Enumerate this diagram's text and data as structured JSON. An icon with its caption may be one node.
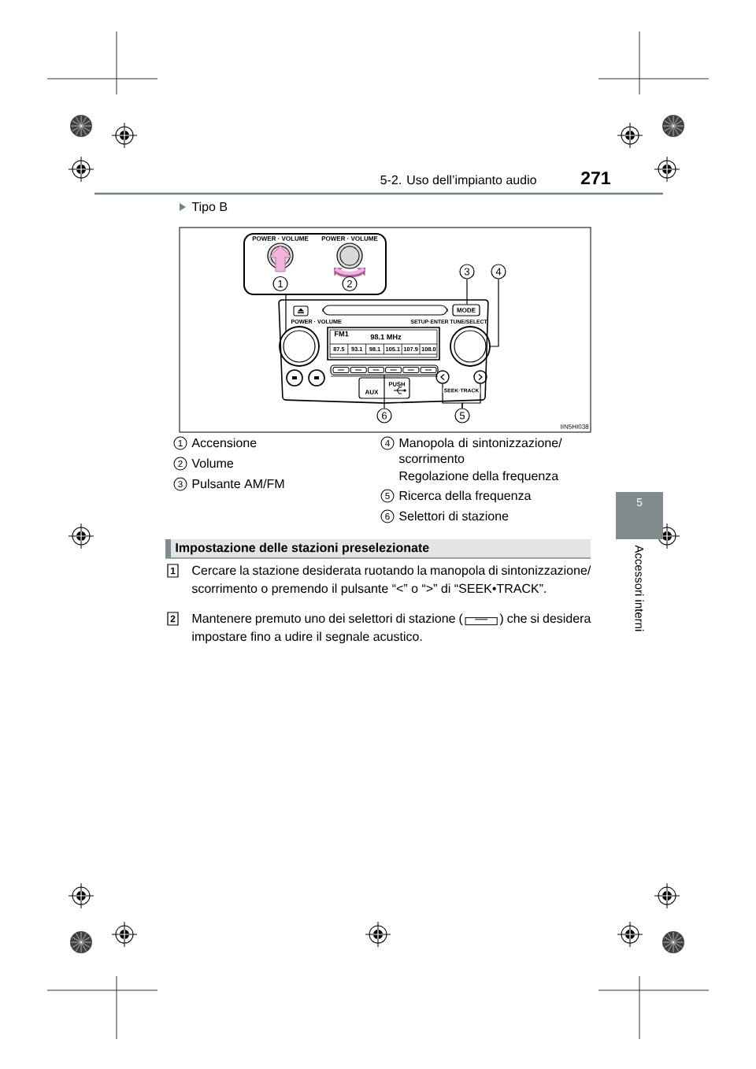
{
  "diagram": {
    "nodes": [
      {
        "text": [
          "POWER · VOLUME",
          "POWER · VOLUME"
        ]
      },
      {
        "text": [
          "1"
        ],
        "in": 0
      },
      {
        "text": [
          "2"
        ],
        "in": 0
      },
      {
        "text": [
          "3"
        ]
      },
      {
        "text": [
          "4"
        ]
      },
      {
        "text": [
          "5"
        ]
      },
      {
        "text": [
          "6"
        ]
      },
      {
        "text": [
          "POWER · VOLUME"
        ]
      },
      {
        "text": [
          "MODE"
        ]
      },
      {
        "text": [
          "SETUP·ENTER TUNE/SELECT"
        ]
      },
      {
        "text": [],
        "shape": "box"
      },
      {
        "text": [],
        "shape": "circle"
      },
      {
        "text": [],
        "shape": "circle"
      },
      {
        "text": [
          "1"
        ]
      },
      {
        "text": [
          "2"
        ]
      },
      {
        "text": [
          "3"
        ]
      },
      {
        "text": [
          "4"
        ]
      },
      {
        "text": [
          "5"
        ]
      },
      {
        "text": [
          "6"
        ]
      }
    ],
    "edges": [
      {
        "from": 0,
        "to": 7,
        "arrow": "none"
      },
      {
        "from": 3,
        "to": 8,
        "arrow": "none"
      },
      {
        "from": 4,
        "to": 9,
        "arrow": "none"
      },
      {
        "from": 5,
        "to": 11,
        "arrow": "none"
      },
      {
        "from": 5,
        "to": 12,
        "arrow": "none"
      },
      {
        "from": 6,
        "to": 10,
        "arrow": "none"
      }
    ],
    "labels": [
      "5-2. Uso dell’impianto audio",
      "271",
      "Tipo B",
      "FM1",
      "98.1 MHz",
      "87.5",
      "93.1",
      "98.1",
      "105.1",
      "107.9",
      "108.0",
      "PUSH",
      "AUX",
      "SEEK·TRACK",
      "IIN5HI038",
      "Accensione",
      "Volume",
      "Pulsante AM/FM",
      "Manopola di sintonizzazione/scorrimento",
      "Regolazione della frequenza",
      "Ricerca della frequenza",
      "Selettori di stazione",
      "5",
      "Accessori interni",
      "Impostazione delle stazioni preselezionate",
      "1",
      "Cercare la stazione desiderata ruotando la manopola di sintonizzazione/scorrimento o premendo il pulsante “<” o “>” di “SEEK•TRACK”.",
      "2",
      "Mantenere premuto uno dei selettori di stazione (",
      ") che si desidera impostare fino a udire il segnale acustico."
    ]
  }
}
